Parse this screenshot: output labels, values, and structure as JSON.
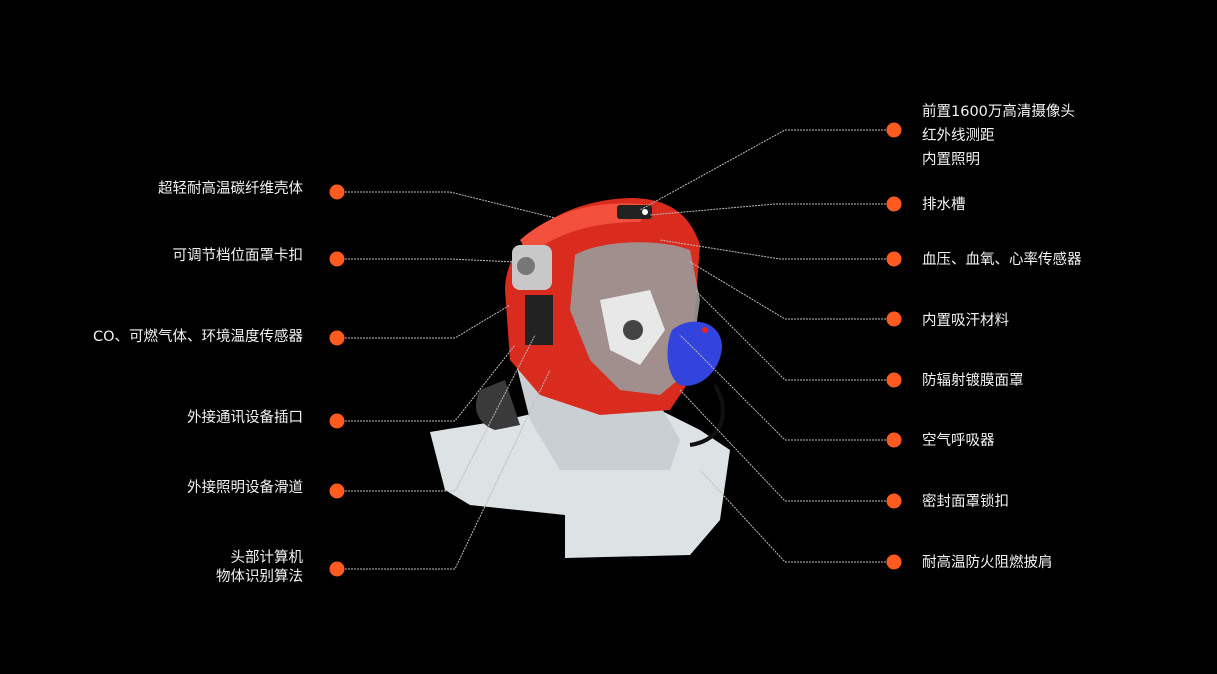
{
  "accent_color": "#ff5a1f",
  "left_features": [
    {
      "lines": [
        "超轻耐高温碳纤维壳体"
      ]
    },
    {
      "lines": [
        "可调节档位面罩卡扣"
      ]
    },
    {
      "lines": [
        "CO、可燃气体、环境温度传感器"
      ]
    },
    {
      "lines": [
        "外接通讯设备插口"
      ]
    },
    {
      "lines": [
        "外接照明设备滑道"
      ]
    },
    {
      "lines": [
        "头部计算机",
        "物体识别算法"
      ]
    }
  ],
  "right_features": [
    {
      "lines": [
        "前置1600万高清摄像头",
        "红外线测距",
        "内置照明"
      ]
    },
    {
      "lines": [
        "排水槽"
      ]
    },
    {
      "lines": [
        "血压、血氧、心率传感器"
      ]
    },
    {
      "lines": [
        "内置吸汗材料"
      ]
    },
    {
      "lines": [
        "防辐射镀膜面罩"
      ]
    },
    {
      "lines": [
        "空气呼吸器"
      ]
    },
    {
      "lines": [
        "密封面罩锁扣"
      ]
    },
    {
      "lines": [
        "耐高温防火阻燃披肩"
      ]
    }
  ]
}
